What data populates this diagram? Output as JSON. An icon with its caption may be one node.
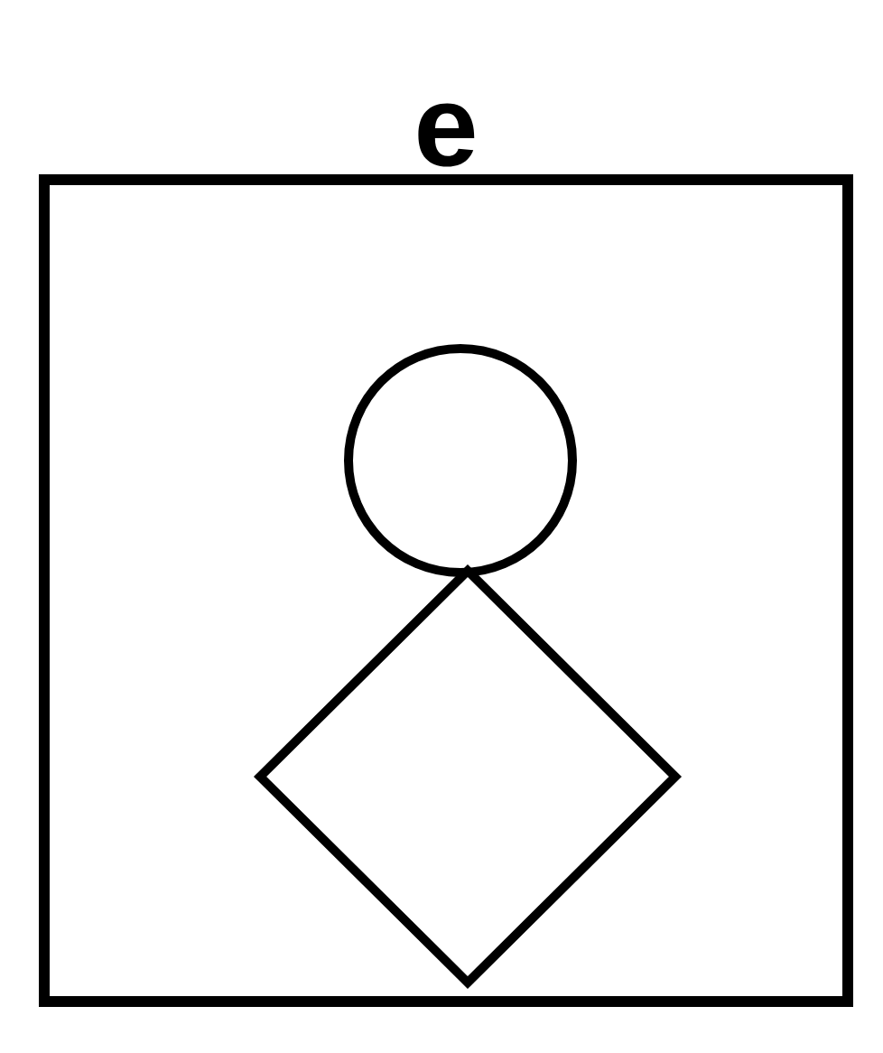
{
  "diagram": {
    "nodes": [
      {
        "text": [
          "e"
        ]
      },
      {
        "text": [],
        "shape": "circle",
        "in": 0
      },
      {
        "text": [],
        "shape": "diamond",
        "in": 0
      }
    ]
  }
}
